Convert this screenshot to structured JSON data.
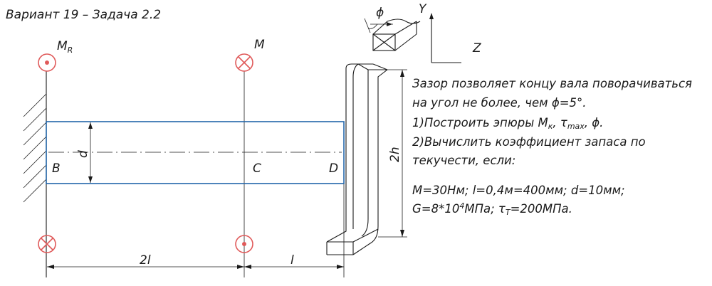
{
  "header": {
    "title": "Вариант 19  –  Задача 2.2"
  },
  "labels": {
    "reaction_moment": "M",
    "reaction_moment_sub": "R",
    "applied_moment": "M",
    "diameter": "d",
    "point_b": "B",
    "point_c": "C",
    "point_d": "D",
    "height": "2h",
    "dim_left": "2l",
    "dim_right": "l",
    "axis_y": "Y",
    "axis_z": "Z",
    "angle": "ϕ"
  },
  "task": {
    "line1": "Зазор позволяет концу вала поворачиваться",
    "line2": "на угол не более,  чем ϕ=5°.",
    "line3_pre": "1)Построить эпюры M",
    "line3_sub": "к",
    "line3_mid": ",  τ",
    "line3_sub2": "max",
    "line3_post": ",  ϕ.",
    "line4": "2)Вычислить коэффициент запаса по",
    "line5": "текучести,  если:",
    "line6": "M=30Нм;  l=0,4м=400мм;  d=10мм;",
    "line7_pre": "G=8*10",
    "line7_sup": "4",
    "line7_mid": "МПа;  τ",
    "line7_sub": "T",
    "line7_post": "=200МПа."
  },
  "colors": {
    "moment_symbols": "#e05a5a",
    "shaft_outline": "#2266aa",
    "ink": "#1a1a1a"
  }
}
